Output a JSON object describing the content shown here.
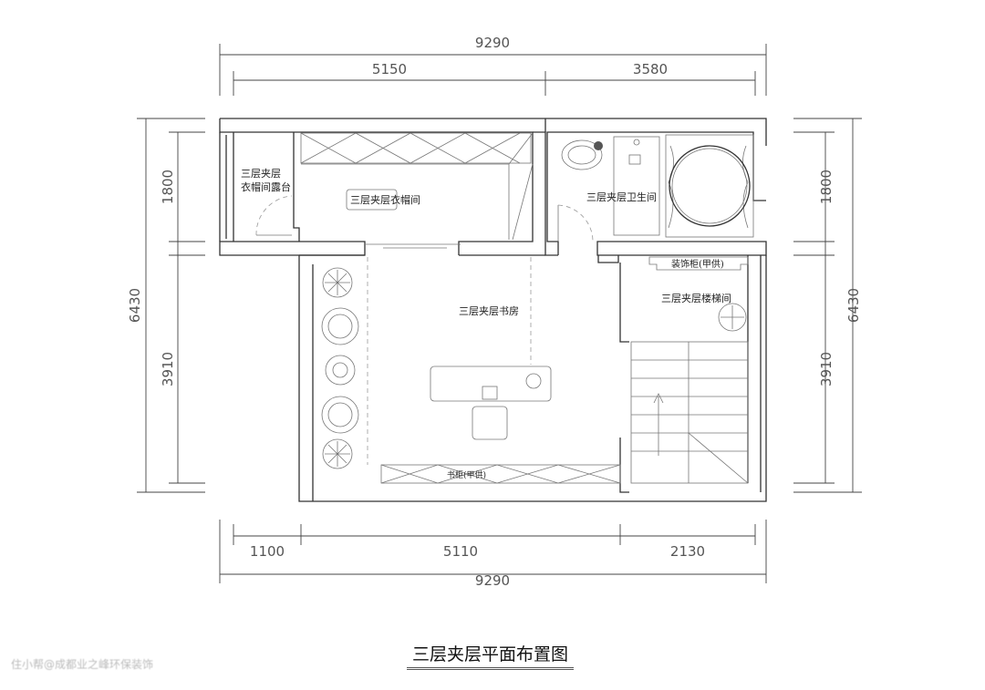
{
  "title": "三层夹层平面布置图",
  "watermark": "住小帮@成都业之峰环保装饰",
  "dimensions": {
    "top_total": "9290",
    "top_left": "5150",
    "top_right": "3580",
    "left_total": "6430",
    "left_upper": "1800",
    "left_lower": "3910",
    "right_total": "6430",
    "right_upper": "1800",
    "right_lower": "3910",
    "bottom_a": "1100",
    "bottom_b": "5110",
    "bottom_c": "2130",
    "bottom_total": "9290"
  },
  "rooms": {
    "terrace_line1": "三层夹层",
    "terrace_line2": "衣帽间露台",
    "closet": "三层夹层衣帽间",
    "bathroom": "三层夹层卫生间",
    "study": "三层夹层书房",
    "stairwell": "三层夹层楼梯间",
    "decor_cabinet": "装饰柜(甲供)",
    "bookcase": "书柜(甲供)"
  }
}
